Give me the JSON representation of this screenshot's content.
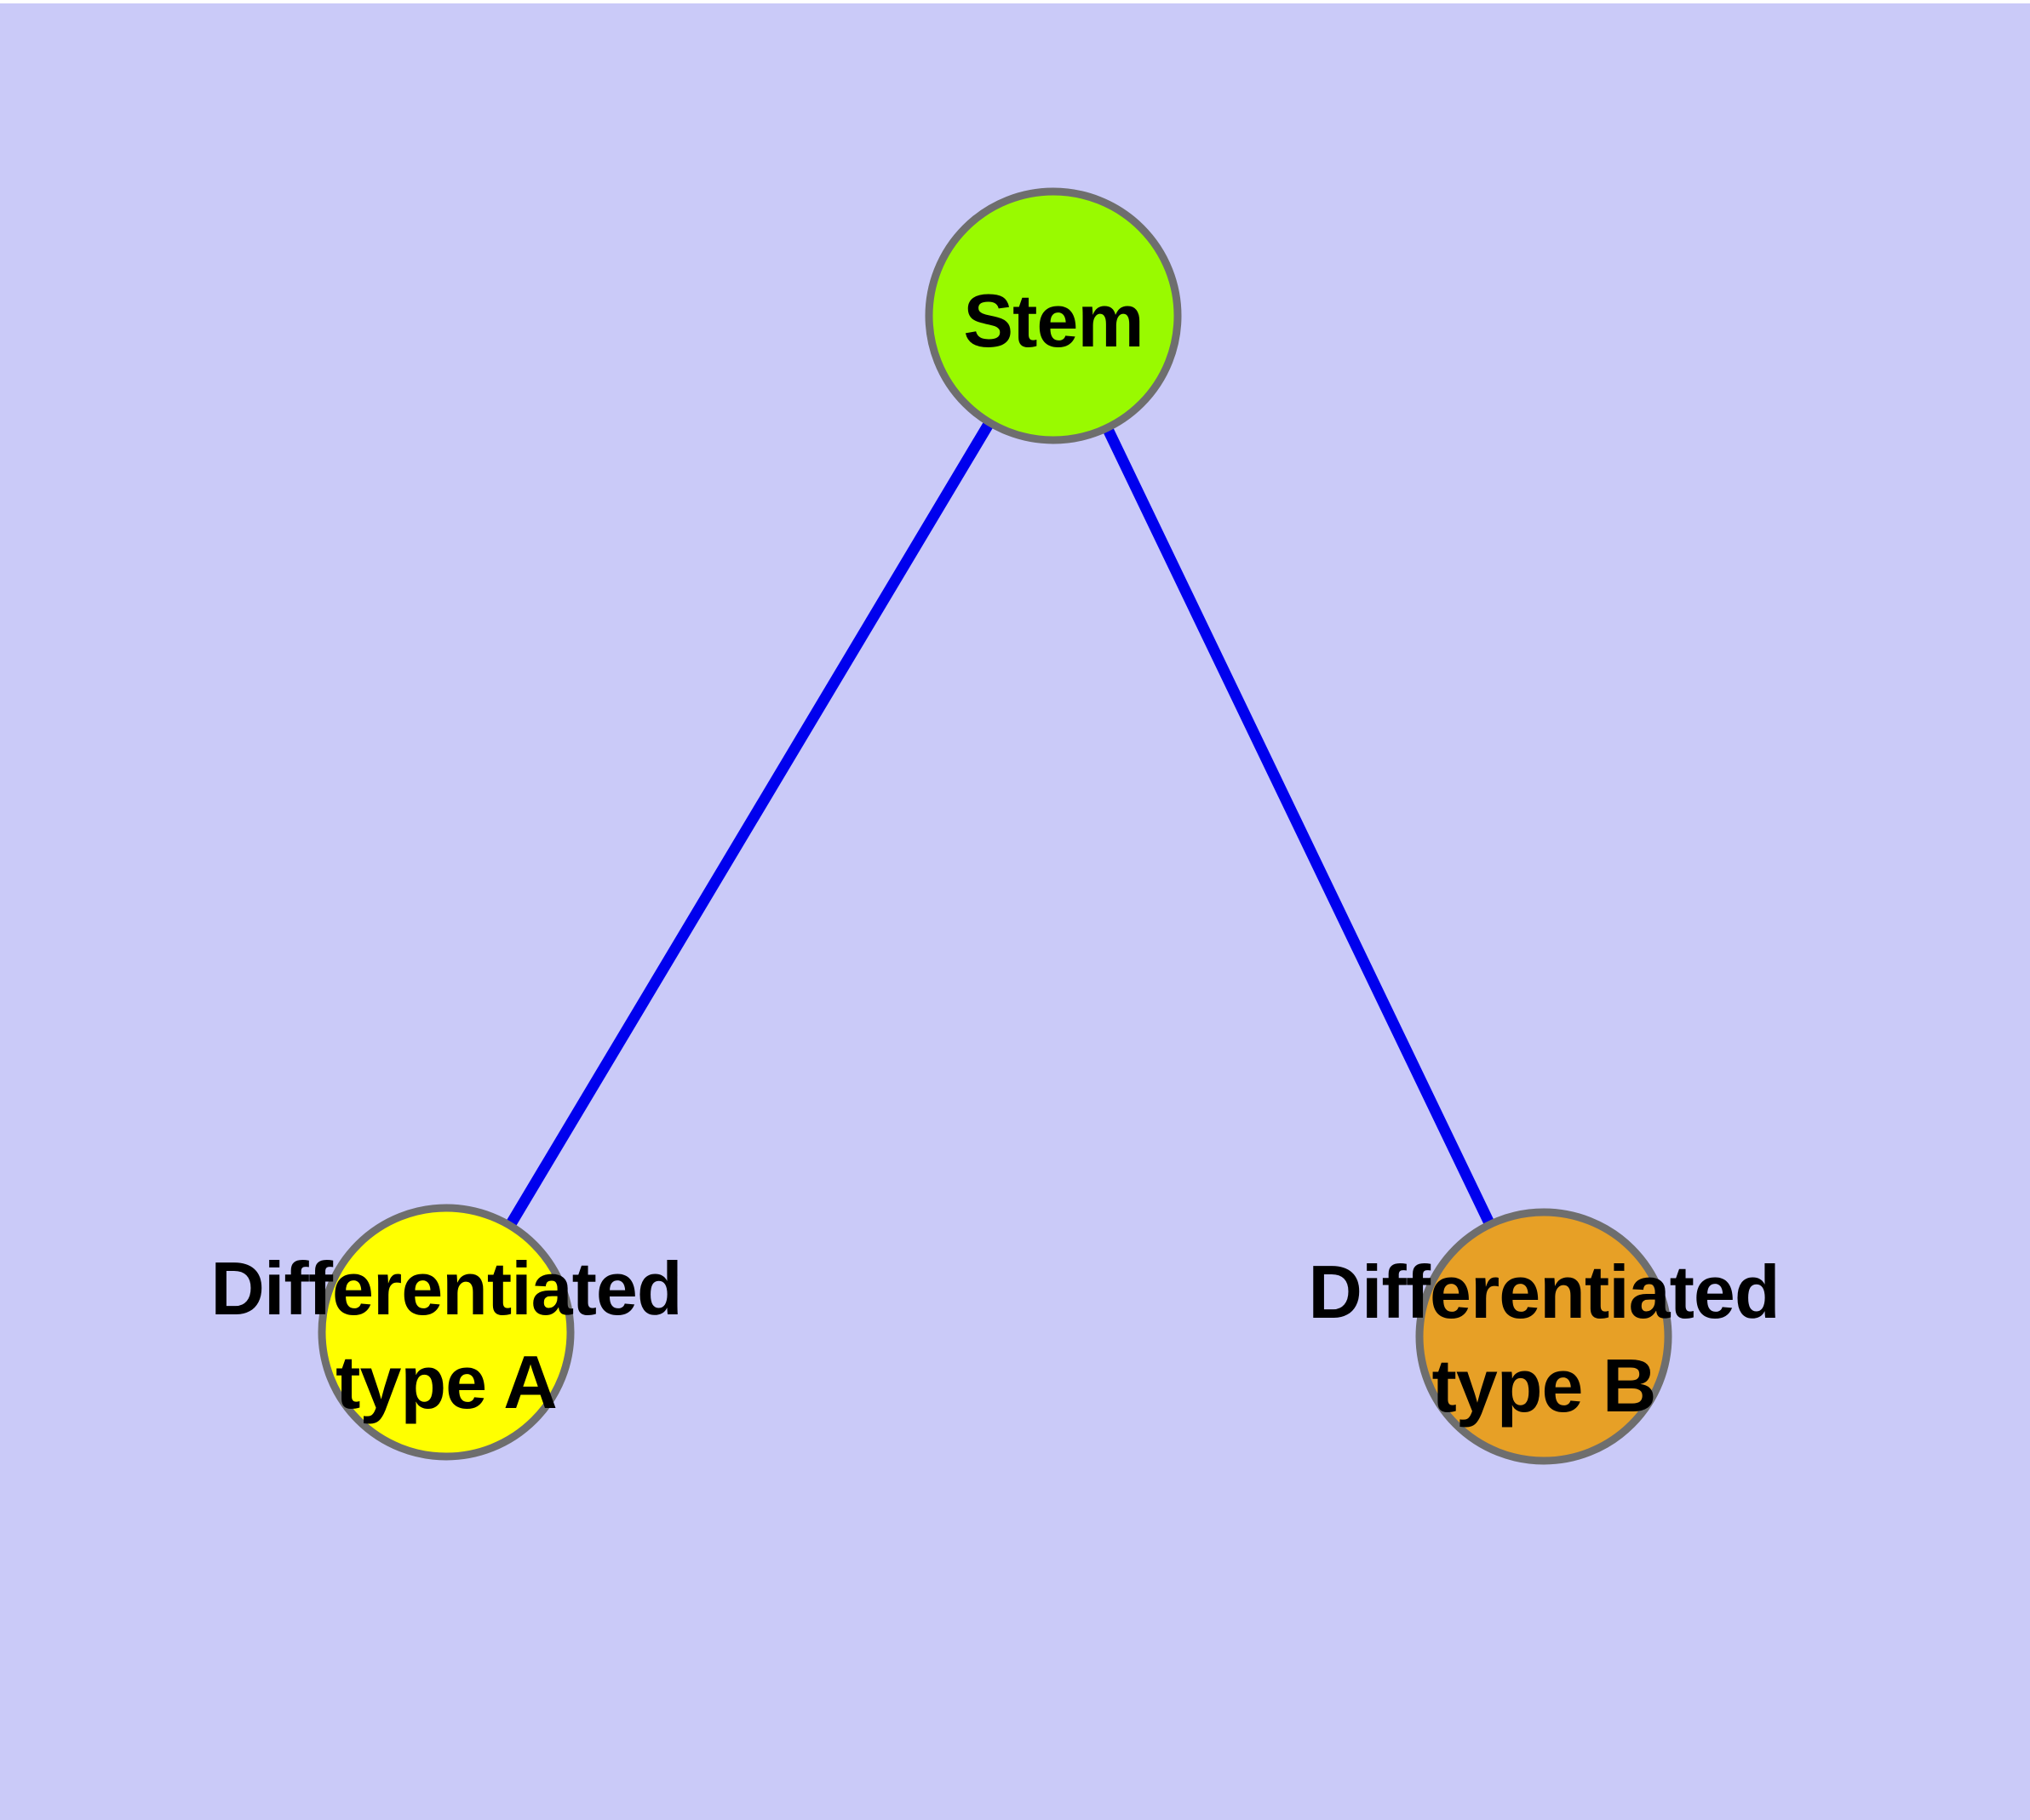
{
  "diagram": {
    "type": "node-link-graph",
    "background_color": "#CACAF8",
    "top_margin_color": "#FFFFFF",
    "node_border_color": "#6E6E6E",
    "edge_color": "#0000EE",
    "label_color": "#000000",
    "nodes": [
      {
        "id": "stem",
        "label": "Stem",
        "fill": "#99FA00"
      },
      {
        "id": "differentiated-type-a",
        "label_line1": "Differentiated",
        "label_line2": "type A",
        "fill": "#FFFF00"
      },
      {
        "id": "differentiated-type-b",
        "label_line1": "Differentiated",
        "label_line2": "type B",
        "fill": "#E7A026"
      }
    ],
    "edges": [
      {
        "from": "stem",
        "to": "differentiated-type-a"
      },
      {
        "from": "stem",
        "to": "differentiated-type-b"
      }
    ]
  }
}
